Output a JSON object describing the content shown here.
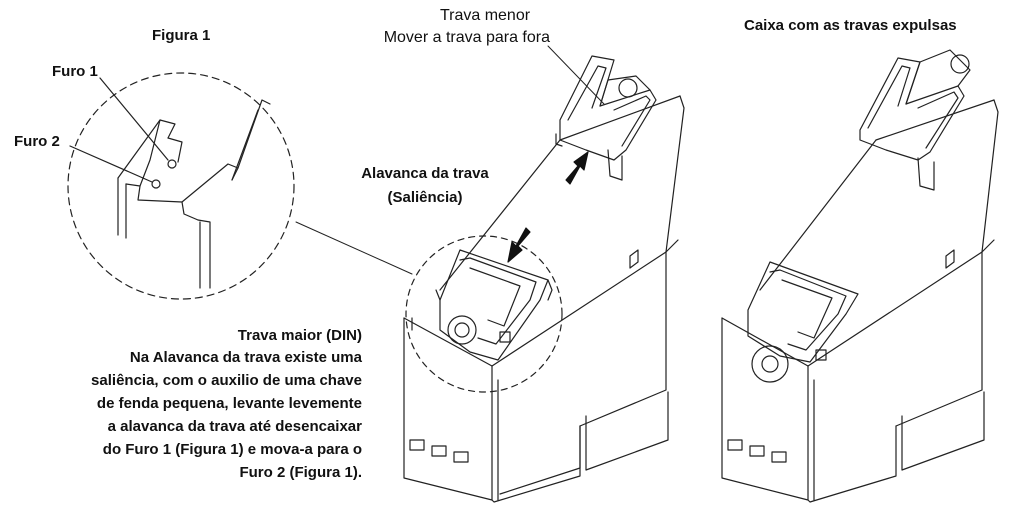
{
  "figure1": {
    "title": "Figura 1",
    "hole1": "Furo 1",
    "hole2": "Furo 2"
  },
  "small_latch": {
    "line1": "Trava menor",
    "line2": "Mover a trava para fora"
  },
  "lever": {
    "line1": "Alavanca da trava",
    "line2": "(Saliência)"
  },
  "expelled": {
    "title": "Caixa com as travas expulsas"
  },
  "big_latch": {
    "title": "Trava maior (DIN)",
    "lines": [
      "Na Alavanca da trava existe uma",
      "saliência, com o auxilio de uma chave",
      "de fenda pequena, levante levemente",
      "a alavanca da trava até desencaixar",
      "do Furo 1 (Figura 1) e mova-a para o",
      "Furo 2 (Figura 1)."
    ]
  }
}
